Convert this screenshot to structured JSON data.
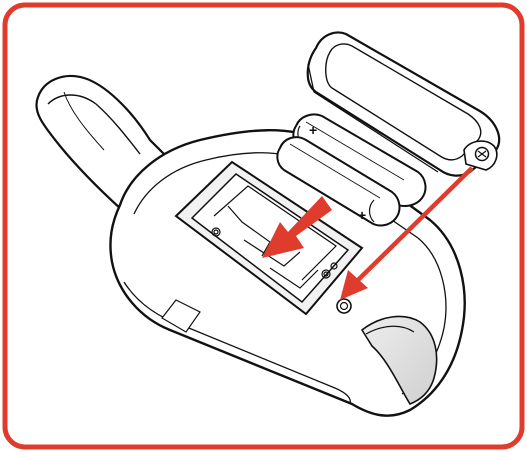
{
  "illustration": {
    "frame_color": "#e03c2d",
    "arrow_color": "#e03c2d",
    "line_color": "#111111",
    "device_fill": "#ffffff",
    "shade_fill": "#d9d9d9",
    "battery_polarity_symbol": "+",
    "icons": [
      "handheld-device-back",
      "battery-compartment",
      "aa-battery",
      "battery-cover",
      "screw",
      "insert-arrow"
    ]
  }
}
